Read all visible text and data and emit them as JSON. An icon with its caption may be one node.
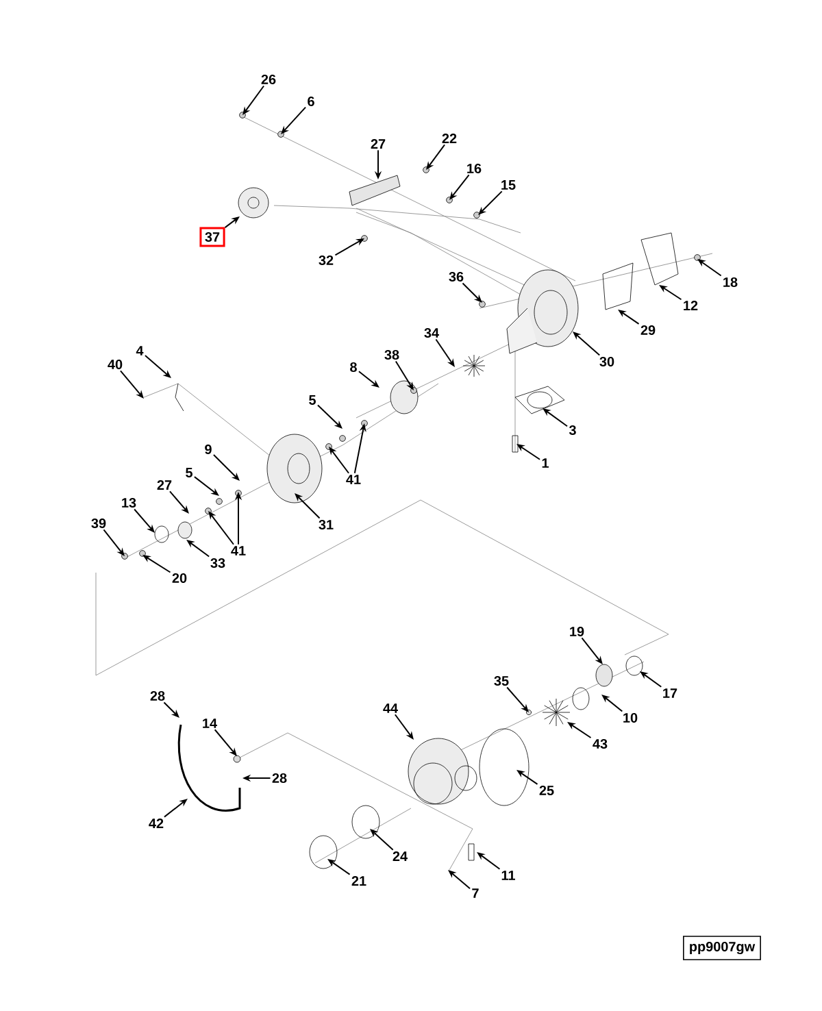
{
  "diagram": {
    "nodes": [
      {
        "text": [
          "26"
        ]
      },
      {
        "text": [
          "6"
        ]
      },
      {
        "text": [
          "27"
        ]
      },
      {
        "text": [
          "22"
        ]
      },
      {
        "text": [
          "16"
        ]
      },
      {
        "text": [
          "15"
        ]
      },
      {
        "text": [
          "37"
        ]
      },
      {
        "text": [
          "32"
        ]
      },
      {
        "text": [
          "36"
        ]
      },
      {
        "text": [
          "18"
        ]
      },
      {
        "text": [
          "12"
        ]
      },
      {
        "text": [
          "29"
        ]
      },
      {
        "text": [
          "30"
        ]
      },
      {
        "text": [
          "34"
        ]
      },
      {
        "text": [
          "40"
        ]
      },
      {
        "text": [
          "4"
        ]
      },
      {
        "text": [
          "8"
        ]
      },
      {
        "text": [
          "38"
        ]
      },
      {
        "text": [
          "5"
        ]
      },
      {
        "text": [
          "41"
        ]
      },
      {
        "text": [
          "3"
        ]
      },
      {
        "text": [
          "1"
        ]
      },
      {
        "text": [
          "9"
        ]
      },
      {
        "text": [
          "5"
        ]
      },
      {
        "text": [
          "27"
        ]
      },
      {
        "text": [
          "41"
        ]
      },
      {
        "text": [
          "13"
        ]
      },
      {
        "text": [
          "33"
        ]
      },
      {
        "text": [
          "39"
        ]
      },
      {
        "text": [
          "20"
        ]
      },
      {
        "text": [
          "31"
        ]
      },
      {
        "text": [
          "19"
        ]
      },
      {
        "text": [
          "17"
        ]
      },
      {
        "text": [
          "35"
        ]
      },
      {
        "text": [
          "10"
        ]
      },
      {
        "text": [
          "43"
        ]
      },
      {
        "text": [
          "44"
        ]
      },
      {
        "text": [
          "25"
        ]
      },
      {
        "text": [
          "28"
        ]
      },
      {
        "text": [
          "14"
        ]
      },
      {
        "text": [
          "28"
        ]
      },
      {
        "text": [
          "42"
        ]
      },
      {
        "text": [
          "24"
        ]
      },
      {
        "text": [
          "21"
        ]
      },
      {
        "text": [
          "11"
        ]
      },
      {
        "text": [
          "7"
        ]
      },
      {
        "text": [
          "pp9007gw"
        ]
      }
    ],
    "edges": [
      {
        "from": 0,
        "to": null,
        "arrow": "to"
      },
      {
        "from": 1,
        "to": null,
        "arrow": "to"
      },
      {
        "from": 2,
        "to": null,
        "arrow": "to"
      },
      {
        "from": 3,
        "to": null,
        "arrow": "to"
      },
      {
        "from": 4,
        "to": null,
        "arrow": "to"
      },
      {
        "from": 5,
        "to": null,
        "arrow": "to"
      },
      {
        "from": 6,
        "to": null,
        "arrow": "to"
      },
      {
        "from": 7,
        "to": null,
        "arrow": "to"
      },
      {
        "from": 8,
        "to": null,
        "arrow": "to"
      },
      {
        "from": 9,
        "to": null,
        "arrow": "to"
      },
      {
        "from": 10,
        "to": null,
        "arrow": "to"
      },
      {
        "from": 11,
        "to": null,
        "arrow": "to"
      },
      {
        "from": 12,
        "to": null,
        "arrow": "to"
      },
      {
        "from": 13,
        "to": null,
        "arrow": "to"
      },
      {
        "from": 14,
        "to": null,
        "arrow": "to"
      },
      {
        "from": 15,
        "to": null,
        "arrow": "to"
      },
      {
        "from": 16,
        "to": null,
        "arrow": "to"
      },
      {
        "from": 17,
        "to": null,
        "arrow": "to"
      },
      {
        "from": 18,
        "to": null,
        "arrow": "to"
      },
      {
        "from": 19,
        "to": null,
        "arrow": "to"
      },
      {
        "from": 19,
        "to": null,
        "arrow": "to"
      },
      {
        "from": 20,
        "to": null,
        "arrow": "to"
      },
      {
        "from": 21,
        "to": null,
        "arrow": "to"
      },
      {
        "from": 22,
        "to": null,
        "arrow": "to"
      },
      {
        "from": 23,
        "to": null,
        "arrow": "to"
      },
      {
        "from": 24,
        "to": null,
        "arrow": "to"
      },
      {
        "from": 25,
        "to": null,
        "arrow": "to"
      },
      {
        "from": 25,
        "to": null,
        "arrow": "to"
      },
      {
        "from": 26,
        "to": null,
        "arrow": "to"
      },
      {
        "from": 27,
        "to": null,
        "arrow": "to"
      },
      {
        "from": 28,
        "to": null,
        "arrow": "to"
      },
      {
        "from": 29,
        "to": null,
        "arrow": "to"
      },
      {
        "from": 30,
        "to": null,
        "arrow": "to"
      },
      {
        "from": 31,
        "to": null,
        "arrow": "to"
      },
      {
        "from": 32,
        "to": null,
        "arrow": "to"
      },
      {
        "from": 33,
        "to": null,
        "arrow": "to"
      },
      {
        "from": 34,
        "to": null,
        "arrow": "to"
      },
      {
        "from": 35,
        "to": null,
        "arrow": "to"
      },
      {
        "from": 36,
        "to": null,
        "arrow": "to"
      },
      {
        "from": 37,
        "to": null,
        "arrow": "to"
      },
      {
        "from": 38,
        "to": null,
        "arrow": "to"
      },
      {
        "from": 39,
        "to": null,
        "arrow": "to"
      },
      {
        "from": 40,
        "to": null,
        "arrow": "to"
      },
      {
        "from": 41,
        "to": null,
        "arrow": "to"
      },
      {
        "from": 42,
        "to": null,
        "arrow": "to"
      },
      {
        "from": 43,
        "to": null,
        "arrow": "to"
      },
      {
        "from": 44,
        "to": null,
        "arrow": "to"
      },
      {
        "from": 45,
        "to": null,
        "arrow": "to"
      }
    ]
  }
}
